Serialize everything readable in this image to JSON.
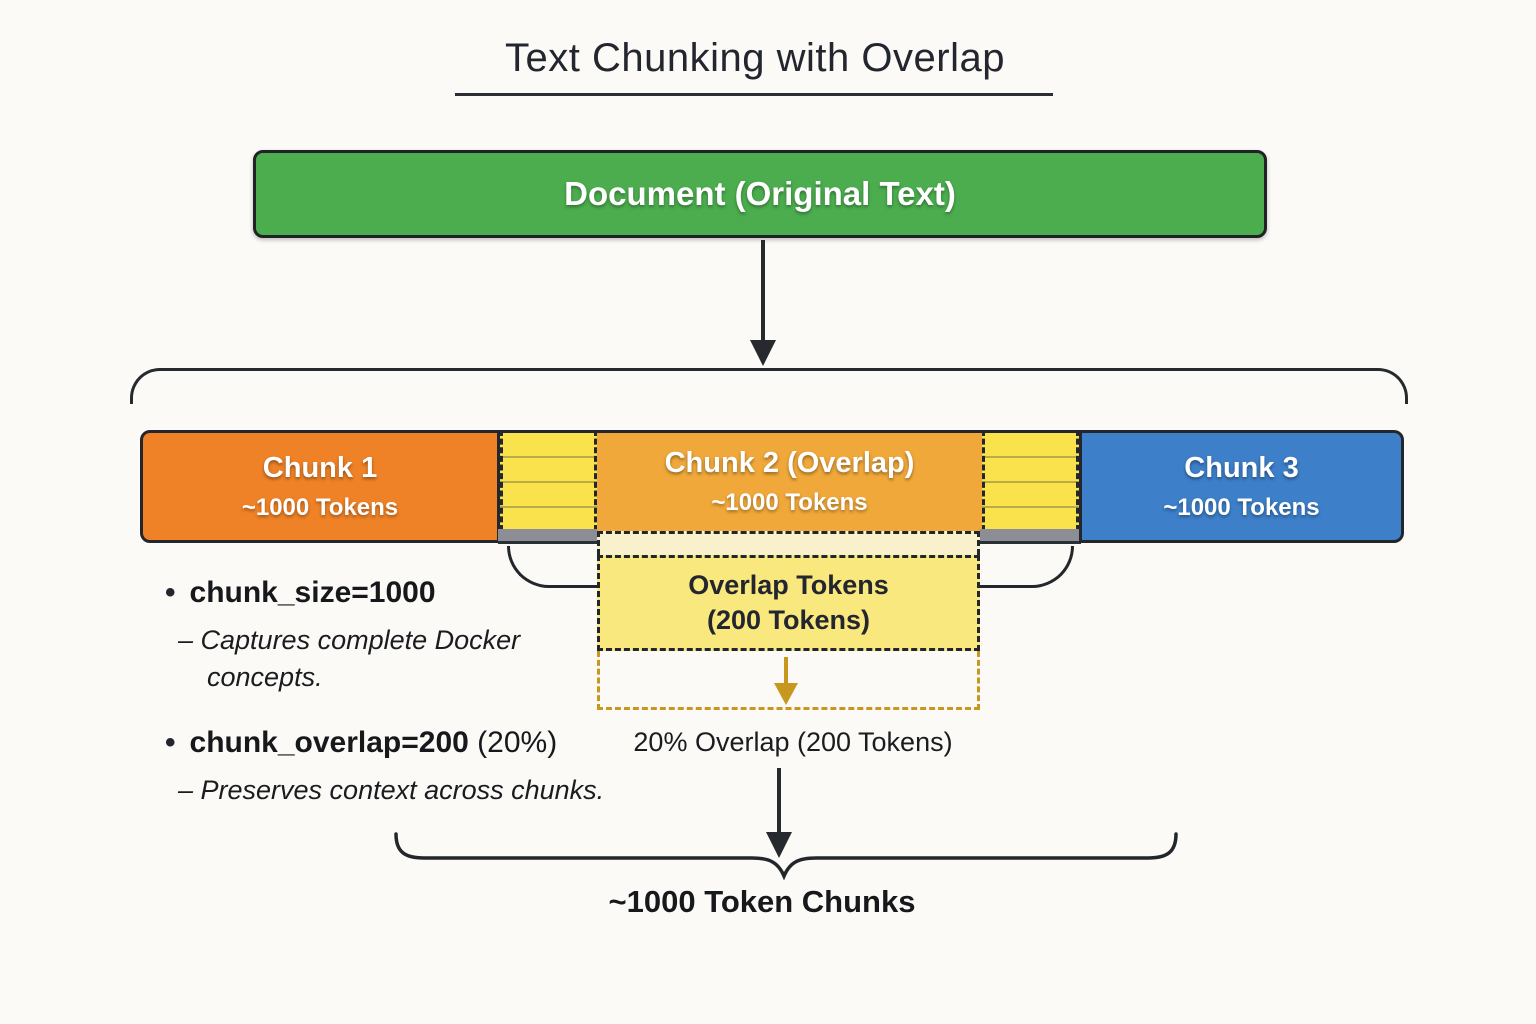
{
  "title": "Text Chunking with Overlap",
  "document": {
    "label": "Document (Original Text)"
  },
  "chunks": [
    {
      "name": "Chunk 1",
      "tokens": "~1000 Tokens"
    },
    {
      "name": "Chunk 2 (Overlap)",
      "tokens": "~1000 Tokens"
    },
    {
      "name": "Chunk 3",
      "tokens": "~1000 Tokens"
    }
  ],
  "overlap_box": {
    "line1": "Overlap Tokens",
    "line2": "(200 Tokens)"
  },
  "notes": [
    {
      "bullet": "•",
      "param": "chunk_size=1000",
      "suffix": "",
      "detail": "– Captures complete Docker concepts."
    },
    {
      "bullet": "•",
      "param": "chunk_overlap=200",
      "suffix": " (20%)",
      "detail": "– Preserves context across chunks."
    }
  ],
  "captions": {
    "overlap": "20% Overlap (200 Tokens)",
    "bottom": "~1000 Token Chunks"
  },
  "colors": {
    "document_green": "#4BAD4E",
    "chunk1_orange": "#EF8226",
    "chunk2_amber": "#F1A83A",
    "chunk3_blue": "#3D7FC9",
    "overlap_strip_yellow": "#F9E24C",
    "overlap_box_yellow": "#F9E87E",
    "pale_yellow": "#F8F1CB",
    "gold_dash": "#C8981E",
    "gray_bar": "#8D8D95"
  }
}
